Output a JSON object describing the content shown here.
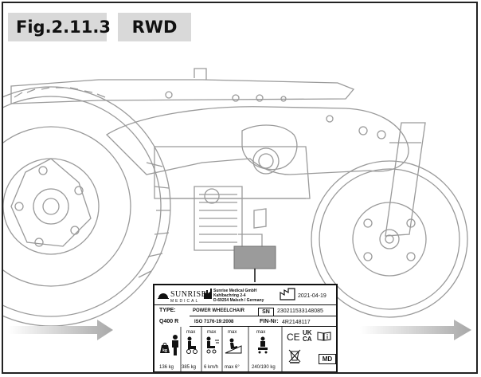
{
  "figure": {
    "number": "Fig.2.11.3",
    "variant": "RWD"
  },
  "product_label": {
    "brand_name": "SUNRISE",
    "brand_sub": "MEDICAL",
    "manufacturer_name": "Sunrise Medical GmbH",
    "manufacturer_street": "Kahlbachring 2-4",
    "manufacturer_city": "D-69254 Malsch / Germany",
    "manufacture_date": "2021-04-19",
    "type_label": "TYPE:",
    "type_value": "POWER WHEELCHAIR",
    "sn_label": "SN",
    "sn_value": "230211533148085",
    "model": "Q400 R",
    "standard": "ISO 7176-19:2008",
    "fin_label": "FIN-Nr:",
    "fin_value": "4R2148117",
    "max_label": "max",
    "kg_label": "kg",
    "weight_value": "136 kg",
    "max_load": "385 kg",
    "max_speed": "6 km/h",
    "max_slope": "max 6°",
    "occupant_weight": "240/190 kg",
    "ce_mark": "CE",
    "ukca_top": "UK",
    "ukca_bottom": "CA",
    "md_mark": "MD"
  },
  "colors": {
    "line": "#9a9a9a",
    "tab": "#d9d9d9",
    "arrow": "#a8a8a8",
    "highlight": "#9b9b9b"
  }
}
